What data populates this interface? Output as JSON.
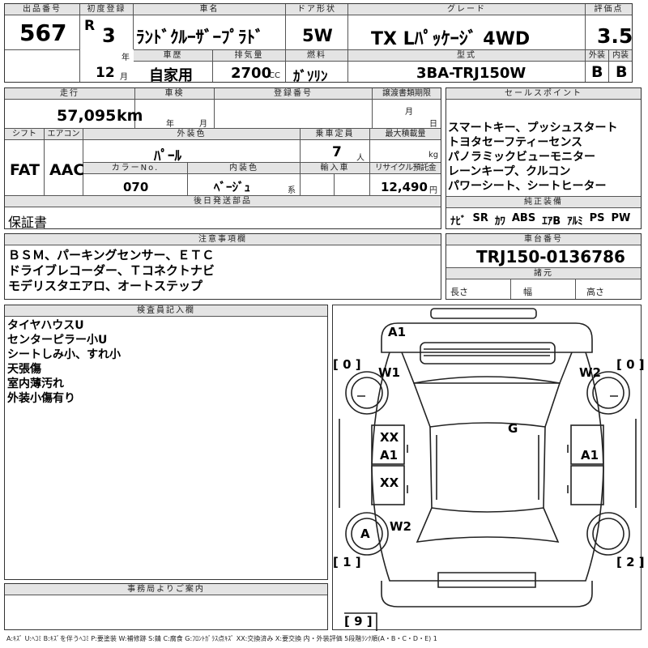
{
  "header": {
    "lot_label": "出品番号",
    "lot_number": "567",
    "first_reg_label": "初度登録",
    "era": "R",
    "year": "3",
    "year_unit": "年",
    "month": "12",
    "month_unit": "月",
    "name_label": "車名",
    "car_name": "ﾗﾝﾄﾞｸﾙｰｻﾞｰﾌﾟﾗﾄﾞ",
    "door_label": "ドア形状",
    "doors": "5W",
    "grade_label": "グレード",
    "grade": "TX Lﾊﾟｯｹｰｼﾞ 4WD",
    "score_label": "評価点",
    "score": "3.5",
    "exterior_label": "外装",
    "exterior_grade": "B",
    "interior_label": "内装",
    "interior_grade": "B",
    "history_label": "車歴",
    "history": "自家用",
    "displacement_label": "排気量",
    "displacement": "2700",
    "displacement_unit": "CC",
    "fuel_label": "燃料",
    "fuel": "ｶﾞｿﾘﾝ",
    "model_label": "型式",
    "model": "3BA-TRJ150W"
  },
  "mid": {
    "mileage_label": "走行",
    "mileage": "57,095",
    "mileage_unit": "km",
    "inspection_label": "車検",
    "insp_year_unit": "年",
    "insp_month_unit": "月",
    "reg_label": "登録番号",
    "transfer_label": "譲渡書類期限",
    "transfer_month_unit": "月",
    "transfer_day_unit": "日",
    "shift_label": "シフト",
    "shift": "FAT",
    "ac_label": "エアコン",
    "ac": "AAC",
    "color_label": "外装色",
    "color": "ﾊﾟｰﾙ",
    "capacity_label": "乗車定員",
    "capacity": "7",
    "capacity_unit": "人",
    "load_label": "最大積載量",
    "load_unit": "kg",
    "color_no_label": "カラーNo.",
    "color_no": "070",
    "interior_color_label": "内装色",
    "interior_color": "ﾍﾞｰｼﾞｭ",
    "interior_color_unit": "系",
    "import_label": "輸入車",
    "recycle_label": "リサイクル預託金",
    "recycle": "12,490",
    "recycle_unit": "円",
    "later_parts_label": "後日発送部品",
    "later_parts": "保証書"
  },
  "sales": {
    "label": "セールスポイント",
    "points": [
      "スマートキー、プッシュスタート",
      "トヨタセーフティーセンス",
      "パノラミックビューモニター",
      "レーンキープ、クルコン",
      "パワーシート、シートヒーター"
    ],
    "equip_label": "純正装備",
    "equipment": [
      "ﾅﾋﾞ",
      "SR",
      "ｶﾜ",
      "ABS",
      "ｴｱB",
      "ｱﾙﾐ",
      "PS",
      "PW"
    ]
  },
  "notes": {
    "label": "注意事項欄",
    "lines": [
      "ＢＳＭ、パーキングセンサー、ＥＴＣ",
      "ドライブレコーダー、Ｔコネクトナビ",
      "モデリスタエアロ、オートステップ"
    ]
  },
  "chassis": {
    "label": "車台番号",
    "number": "TRJ150-0136786",
    "spec_label": "諸元",
    "length_label": "長さ",
    "width_label": "幅",
    "height_label": "高さ"
  },
  "inspector": {
    "label": "検査員記入欄",
    "lines": [
      "タイヤハウスU",
      "センターピラー小U",
      "シートしみ小、すれ小",
      "天張傷",
      "室内薄汚れ",
      "外装小傷有り"
    ]
  },
  "office": {
    "label": "事務局よりご案内"
  },
  "diagram": {
    "tire_fl": "[ 0 ]",
    "tire_fr": "[ 0 ]",
    "tire_rl": "[ 1 ]",
    "tire_rr": "[ 2 ]",
    "spare": "[ 9 ]",
    "marks": {
      "a1_top": "A1",
      "w1": "W1",
      "w2_right": "W2",
      "xx_left_upper": "XX",
      "a1_left": "A1",
      "a1_right": "A1",
      "xx_left_lower": "XX",
      "g": "G",
      "a_circle": "A",
      "w2_bottom": "W2"
    }
  },
  "footer": {
    "legend": "A:ｷｽﾞ U:ﾍｺﾐ B:ｷｽﾞを伴うﾍｺﾐ P:要塗装 W:補修跡 S:錆 C:腐食 G:ﾌﾛﾝﾄｶﾞﾗｽ点ｷｽﾞ XX:交換済み X:要交換 内・外装評価 5段階ﾗﾝｸ順(A・B・C・D・E) 1"
  }
}
